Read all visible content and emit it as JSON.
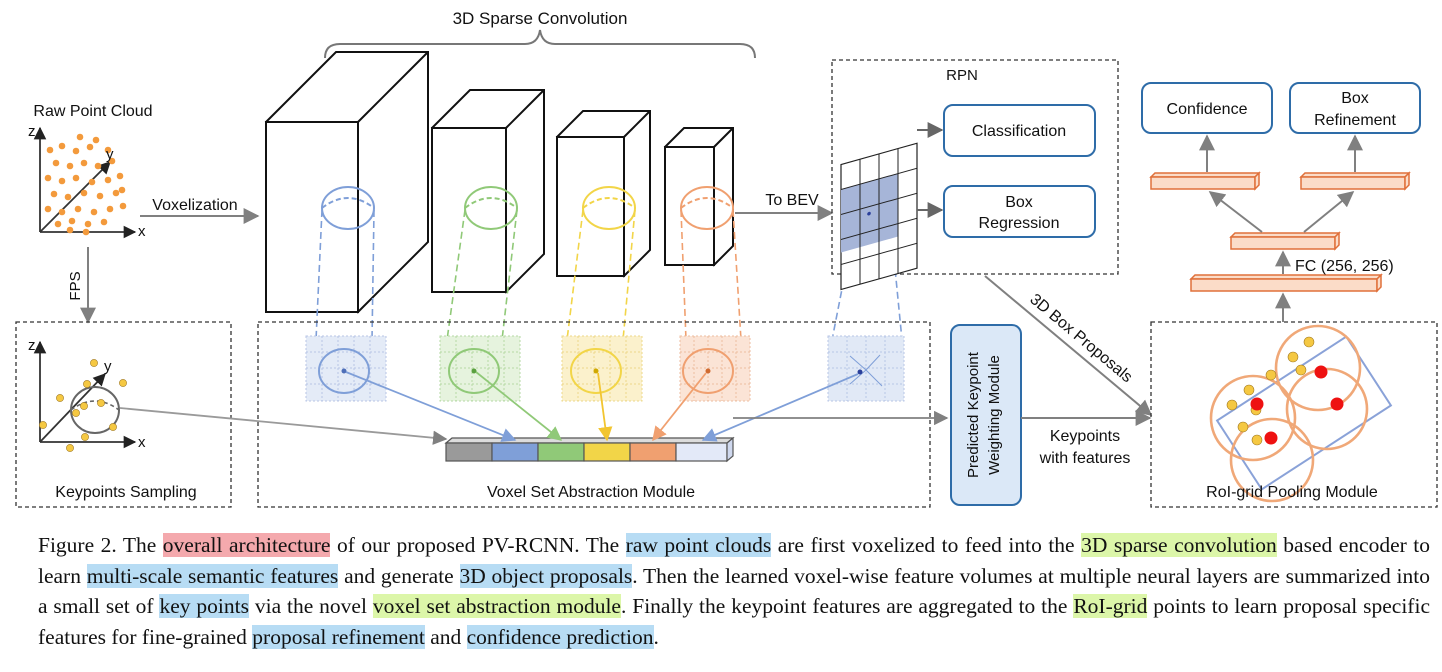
{
  "labels": {
    "sparse_conv": "3D Sparse Convolution",
    "raw_point_cloud": "Raw Point Cloud",
    "voxelization": "Voxelization",
    "fps": "FPS",
    "to_bev": "To BEV",
    "rpn": "RPN",
    "classification": "Classification",
    "box_regression_1": "Box",
    "box_regression_2": "Regression",
    "confidence": "Confidence",
    "box_refinement_1": "Box",
    "box_refinement_2": "Refinement",
    "fc": "FC (256, 256)",
    "proposals": "3D Box Proposals",
    "keypoints_sampling": "Keypoints Sampling",
    "vsa_module": "Voxel Set Abstraction Module",
    "pkw_1": "Predicted Keypoint",
    "pkw_2": "Weighting Module",
    "kp_features_1": "Keypoints",
    "kp_features_2": "with features",
    "roi_grid": "RoI-grid Pooling Module",
    "axis_x": "x",
    "axis_y": "y",
    "axis_z": "z"
  },
  "colors": {
    "blue": "#7f9fd8",
    "green": "#90c978",
    "yellow": "#f2d548",
    "orange": "#f0a070",
    "gray": "#9a9a9a",
    "point": "#f39a3c",
    "keypoint": "#f5c842",
    "roi_circle": "#f0a878",
    "roi_red": "#ee1111",
    "module_fill": "#dbe8f7",
    "fc_fill": "#fbdcc8",
    "fc_stroke": "#e0703a"
  },
  "caption": {
    "p1": "Figure 2. The ",
    "h1": "overall architecture",
    "p2": " of our proposed PV-RCNN. The ",
    "h2": "raw point clouds",
    "p3": " are first voxelized to feed into the ",
    "h3": "3D sparse convolution",
    "p4": " based encoder to learn ",
    "h4": "multi-scale semantic features",
    "p5": " and generate ",
    "h5": "3D object proposals",
    "p6": ". Then the learned voxel-wise feature volumes at multiple neural layers are summarized into a small set of ",
    "h6": "key points",
    "p7": " via the novel ",
    "h7": "voxel set abstraction module",
    "p8": ". Finally the keypoint features are aggregated to the ",
    "h8": "RoI-grid",
    "p9": " points to learn proposal specific features for fine-grained ",
    "h9": "proposal refinement",
    "p10": " and ",
    "h10": "confidence prediction",
    "p11": "."
  }
}
